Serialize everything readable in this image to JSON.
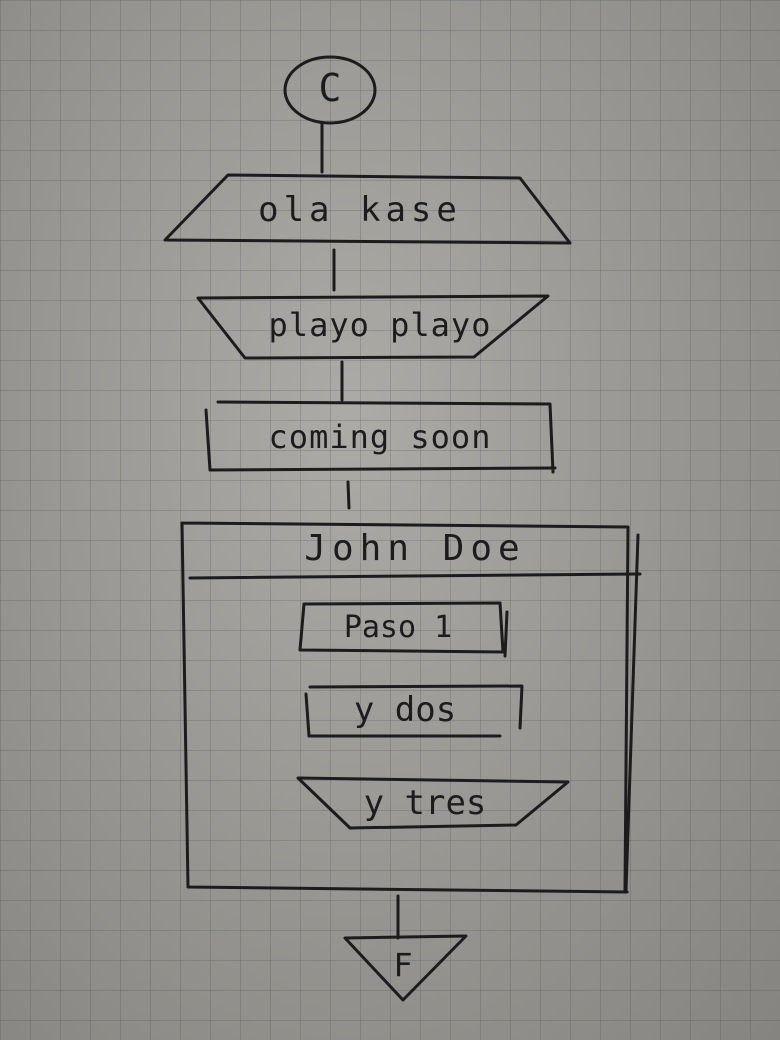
{
  "diagram": {
    "start_terminal": "C",
    "steps": [
      {
        "id": "s1",
        "text": "ola kase",
        "shape": "trapezoid-wide-bottom"
      },
      {
        "id": "s2",
        "text": "playo playo",
        "shape": "trapezoid-wide-top"
      },
      {
        "id": "s3",
        "text": "coming soon",
        "shape": "process"
      }
    ],
    "block": {
      "header": "John Doe",
      "steps": [
        {
          "id": "b1",
          "text": "Paso 1",
          "shape": "process"
        },
        {
          "id": "b2",
          "text": "y dos",
          "shape": "process"
        },
        {
          "id": "b3",
          "text": "y tres",
          "shape": "trapezoid-wide-top"
        }
      ]
    },
    "end_terminal": "F"
  },
  "colors": {
    "paper": "#a3a19c",
    "ink": "#1c1c1c",
    "grid": "#6e6e6e"
  }
}
